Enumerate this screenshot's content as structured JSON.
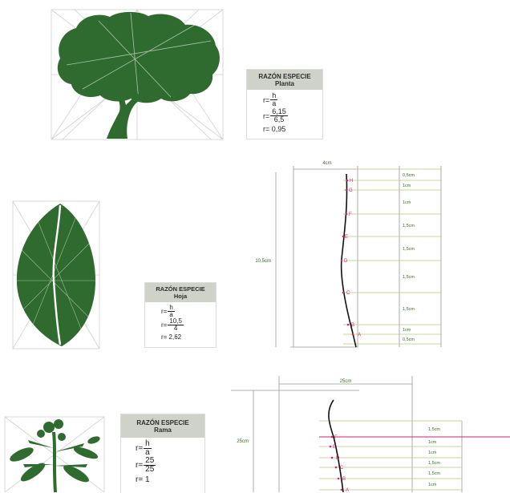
{
  "colors": {
    "plant_green": "#2f6b2f",
    "measure_line": "#b9c97a",
    "guide": "#cccccc",
    "marker": "#d61f74",
    "label_green": "#3d6b2a",
    "card_head_bg": "#cfd2c8"
  },
  "planta": {
    "title": "RAZÓN ESPECIE",
    "subtitle": "Planta",
    "formula": {
      "prefix": "r=",
      "n1": "h",
      "d1": "a",
      "n2": "6,15",
      "d2": "6,5",
      "result": "r= 0,95"
    }
  },
  "hoja": {
    "title": "RAZÓN ESPECIE",
    "subtitle": "Hoja",
    "formula": {
      "prefix": "r=",
      "n1": "h",
      "d1": "a",
      "n2": "10,5",
      "d2": "4",
      "result": "r= 2,62"
    },
    "measure": {
      "width_label": "4cm",
      "height_label": "10,5cm",
      "points": [
        "H",
        "G",
        "F",
        "E",
        "D",
        "C",
        "B",
        "A"
      ],
      "segments": [
        "0,5cm",
        "1cm",
        "1cm",
        "1,5cm",
        "1,5cm",
        "1,5cm",
        "1,5cm",
        "1cm",
        "0,5cm"
      ]
    }
  },
  "rama": {
    "title": "RAZÓN ESPECIE",
    "subtitle": "Rama",
    "formula": {
      "prefix": "r=",
      "n1": "h",
      "d1": "a",
      "n2": "25",
      "d2": "25",
      "result": "r= 1"
    },
    "measure": {
      "width_label": "25cm",
      "height_label": "25cm",
      "points": [
        "F",
        "E",
        "D",
        "C",
        "B",
        "A"
      ],
      "segments": [
        "1,5cm",
        "1cm",
        "1cm",
        "1,5cm",
        "1,5cm",
        "1cm"
      ]
    }
  }
}
